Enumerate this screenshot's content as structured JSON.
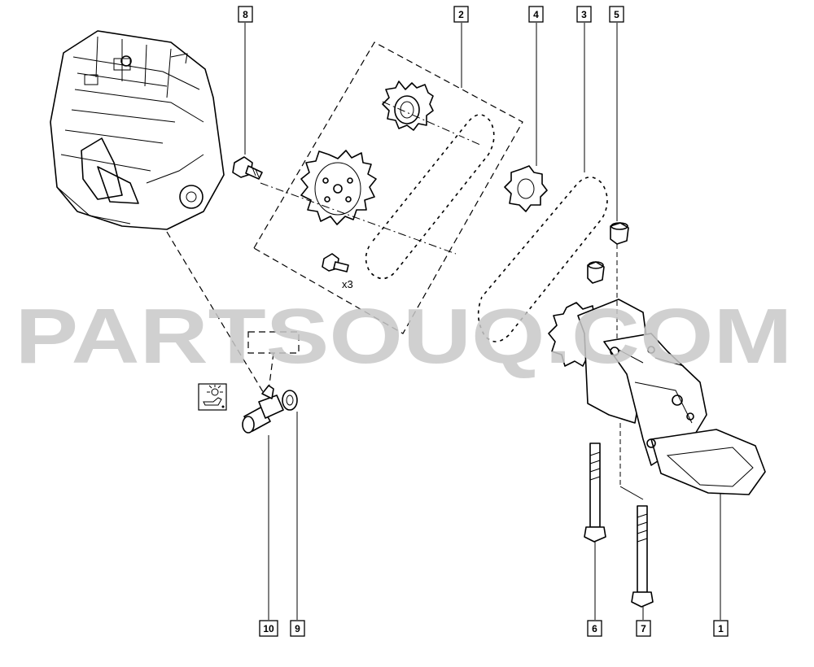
{
  "watermark": "PARTSOUQ.COM",
  "quantity_note": "x3",
  "callouts": [
    {
      "id": "c1",
      "label": "1"
    },
    {
      "id": "c2",
      "label": "2"
    },
    {
      "id": "c3",
      "label": "3"
    },
    {
      "id": "c4",
      "label": "4"
    },
    {
      "id": "c5",
      "label": "5"
    },
    {
      "id": "c6",
      "label": "6"
    },
    {
      "id": "c7",
      "label": "7"
    },
    {
      "id": "c8",
      "label": "8"
    },
    {
      "id": "c9",
      "label": "9"
    },
    {
      "id": "c10",
      "label": "10"
    }
  ],
  "icons": [
    "engine-block-icon",
    "oil-pressure-warning-icon"
  ]
}
